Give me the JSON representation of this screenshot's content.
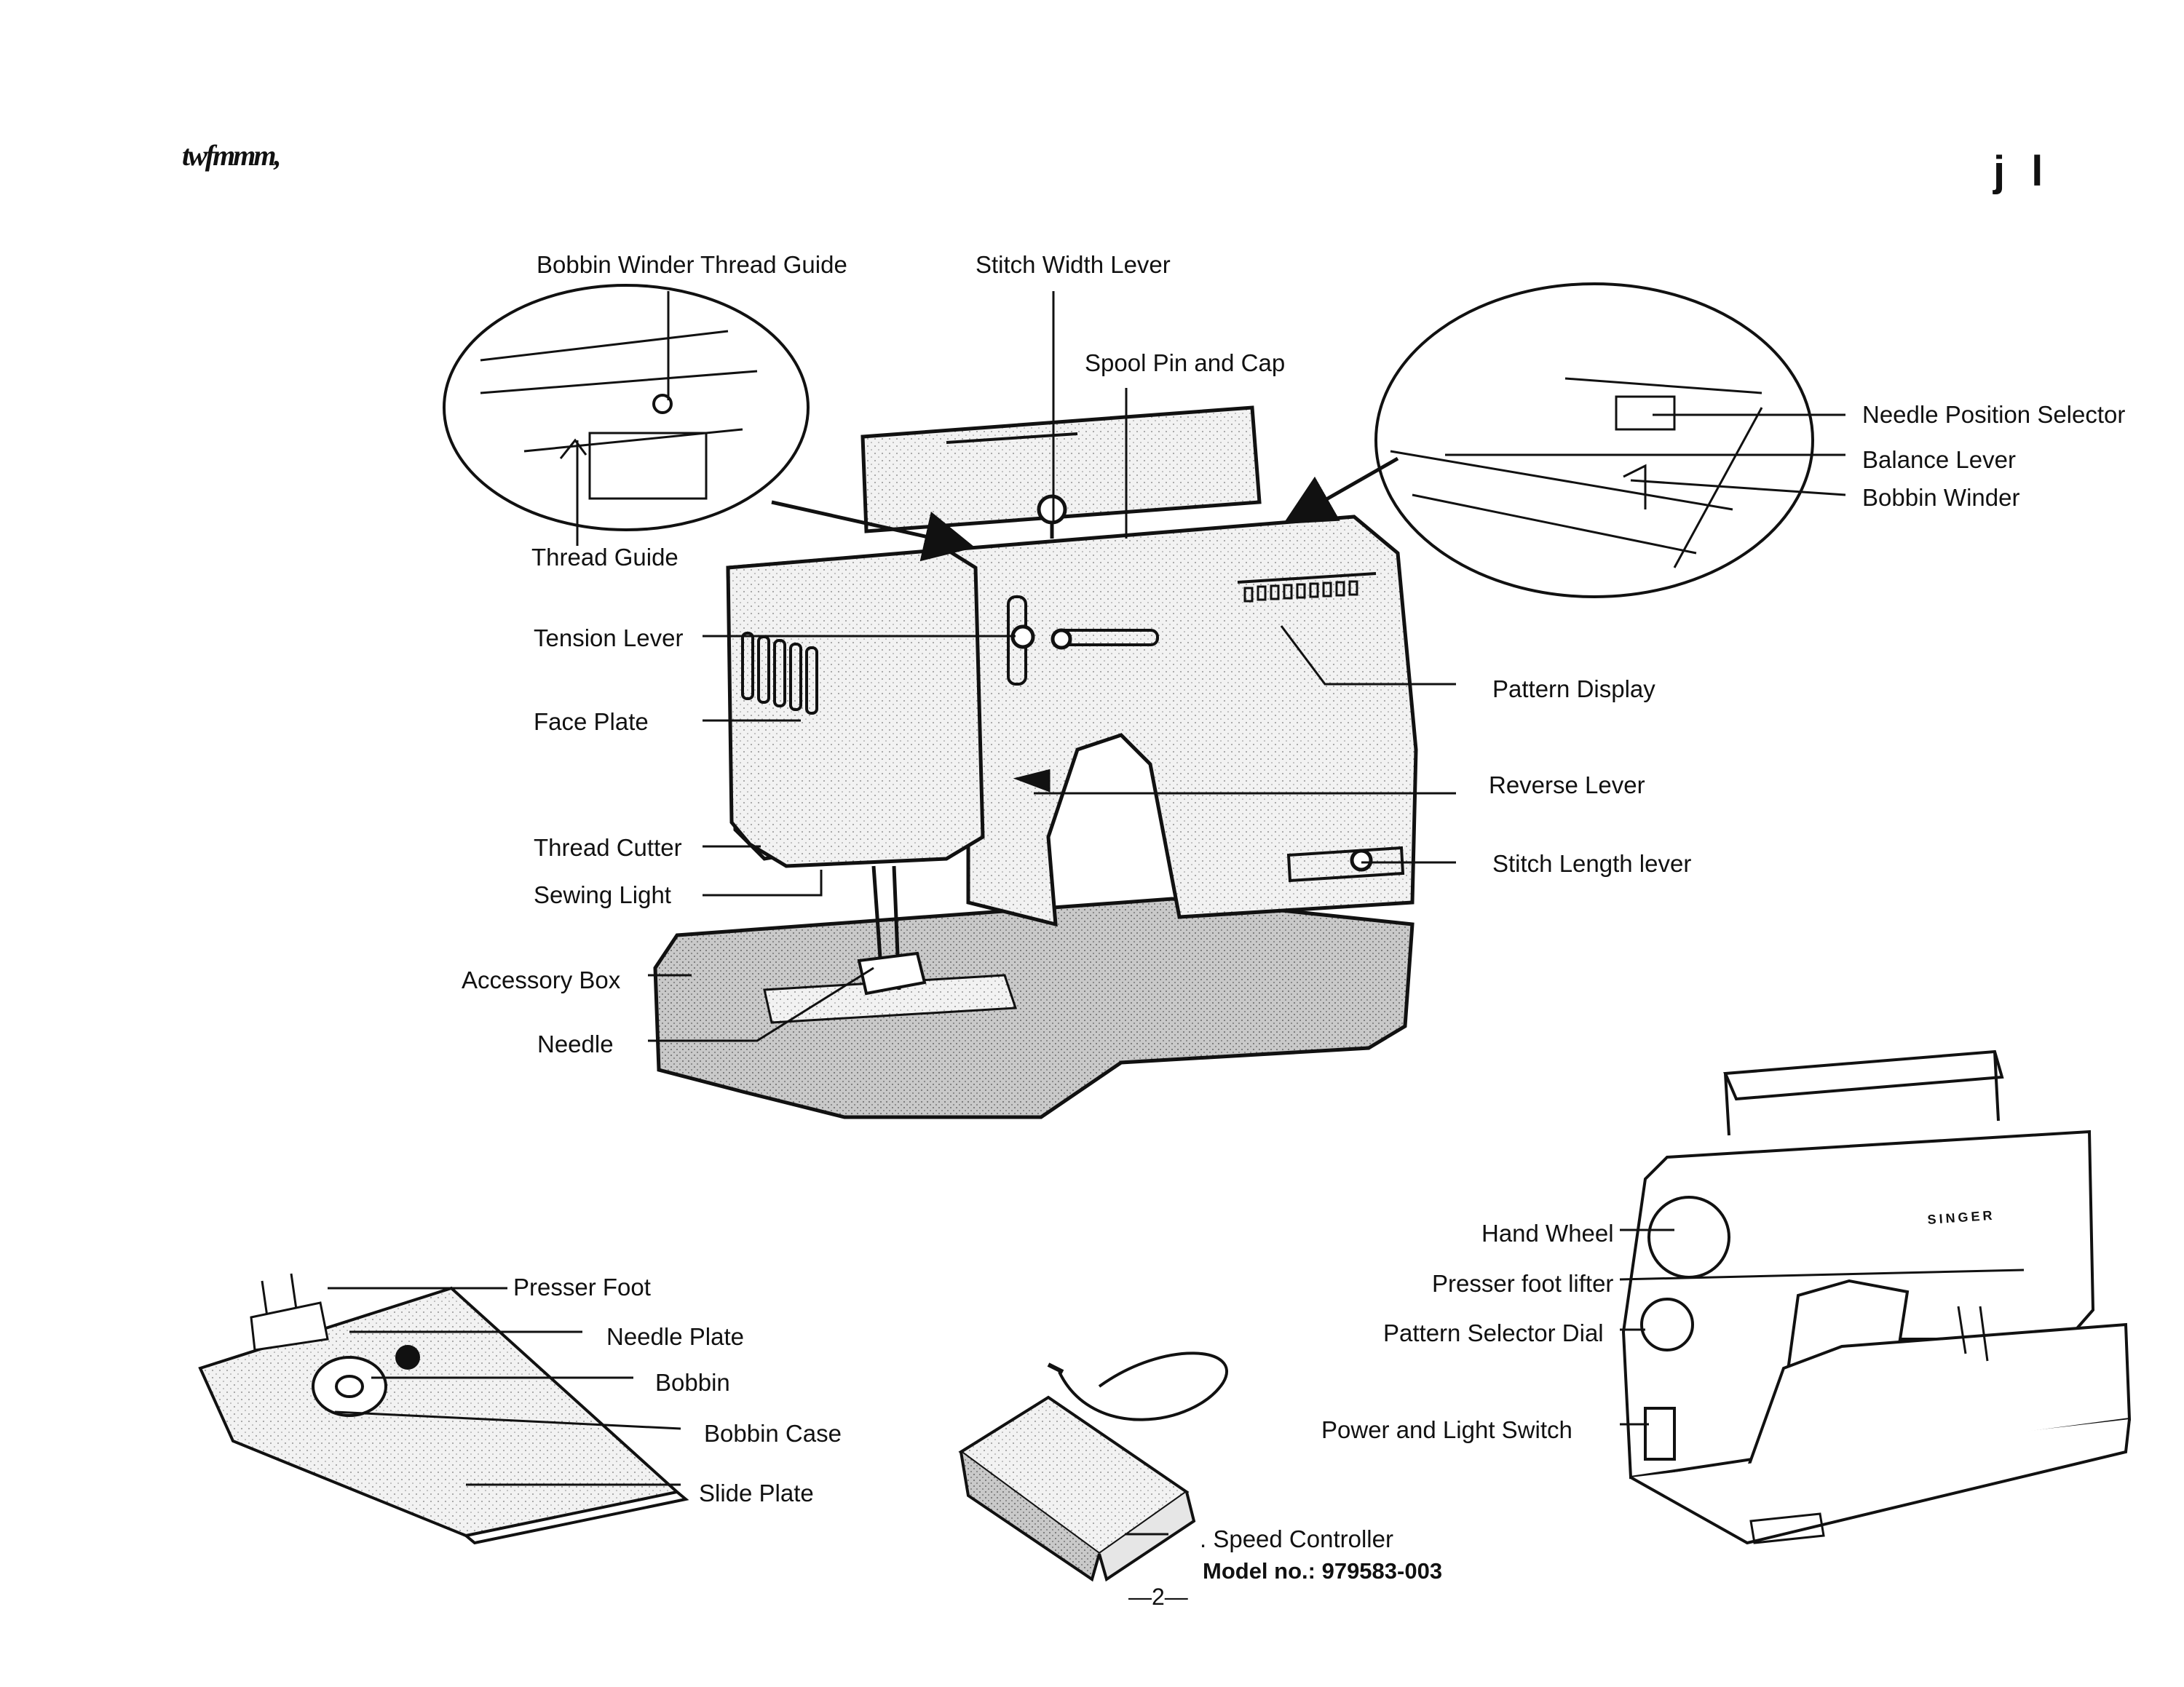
{
  "page": {
    "corner_mark_left": "twfmmm,",
    "corner_mark_right": "j l",
    "page_number": "—2—",
    "model_number": "Model no.: 979583-003"
  },
  "labels": {
    "bobbin_winder_thread_guide": "Bobbin Winder Thread Guide",
    "stitch_width_lever": "Stitch Width Lever",
    "spool_pin_and_cap": "Spool Pin and Cap",
    "needle_position_selector": "Needle Position Selector",
    "balance_lever": "Balance Lever",
    "bobbin_winder": "Bobbin Winder",
    "thread_guide": "Thread Guide",
    "tension_lever": "Tension Lever",
    "face_plate": "Face Plate",
    "pattern_display": "Pattern Display",
    "reverse_lever": "Reverse Lever",
    "thread_cutter": "Thread   Cutter",
    "stitch_length_lever": "Stitch Length lever",
    "sewing_light": "Sewing Light",
    "accessory_box": "Accessory Box",
    "needle": "Needle",
    "presser_foot": "Presser Foot",
    "needle_plate": "Needle Plate",
    "bobbin": "Bobbin",
    "bobbin_case": "Bobbin Case",
    "slide_plate": "Slide Plate",
    "speed_controller": ". Speed Controller",
    "hand_wheel": "Hand Wheel",
    "presser_foot_lifter": "Presser foot lifter",
    "pattern_selector_dial": "Pattern Selector Dial",
    "power_and_light_switch": "Power and Light Switch",
    "singer_logo": "SINGER"
  },
  "colors": {
    "ink": "#111111",
    "shade": "#d9d9d9",
    "shade_dark": "#b8b8b8",
    "paper": "#ffffff"
  }
}
